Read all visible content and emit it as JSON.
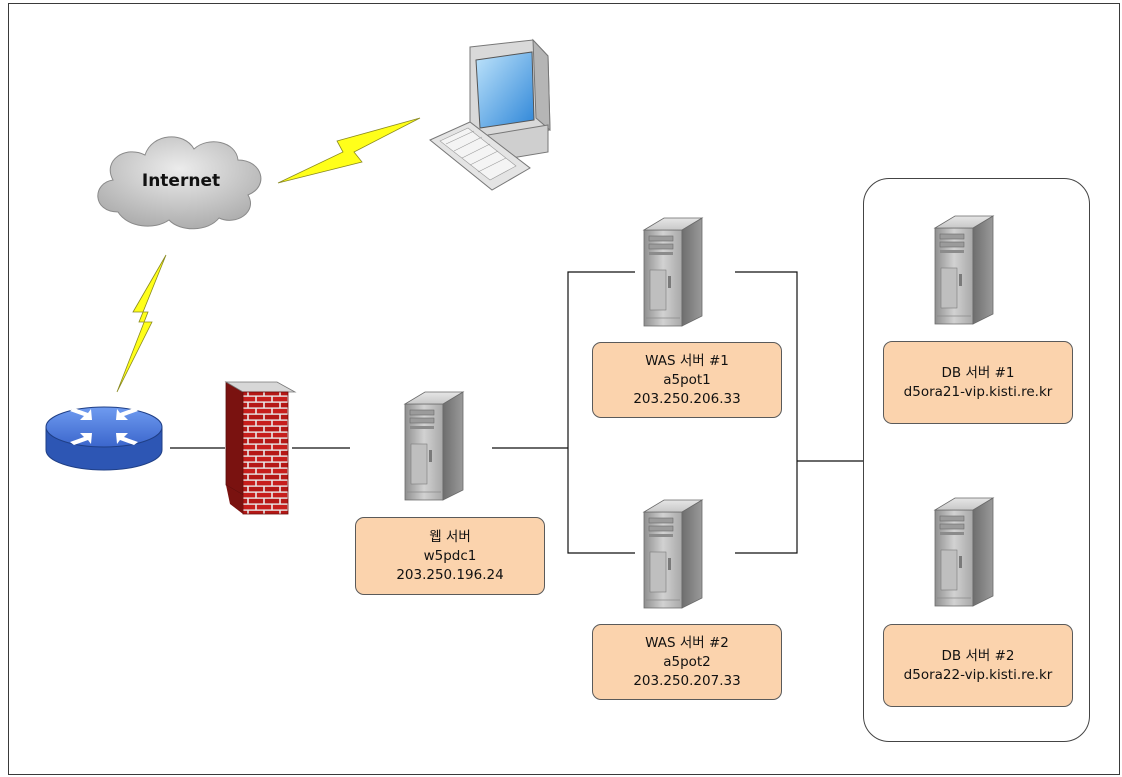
{
  "nodes": {
    "internet": {
      "label": "Internet",
      "icon": "cloud-icon"
    },
    "client": {
      "icon": "desktop-computer-icon"
    },
    "router": {
      "icon": "router-icon"
    },
    "firewall": {
      "icon": "firewall-icon"
    },
    "web_server": {
      "icon": "server-tower-icon",
      "lines": [
        "웹 서버",
        "w5pdc1",
        "203.250.196.24"
      ]
    },
    "was1": {
      "icon": "server-tower-icon",
      "lines": [
        "WAS 서버 #1",
        "a5pot1",
        "203.250.206.33"
      ]
    },
    "was2": {
      "icon": "server-tower-icon",
      "lines": [
        "WAS 서버 #2",
        "a5pot2",
        "203.250.207.33"
      ]
    },
    "db1": {
      "icon": "server-tower-icon",
      "lines": [
        "DB 서버 #1",
        "d5ora21-vip.kisti.re.kr"
      ]
    },
    "db2": {
      "icon": "server-tower-icon",
      "lines": [
        "DB 서버 #2",
        "d5ora22-vip.kisti.re.kr"
      ]
    }
  },
  "colors": {
    "label_fill": "#fbd3ad",
    "lightning": "#ffff1a",
    "router_blue": "#3f6fd8",
    "brick": "#c8201e",
    "server_gray": "#b8b8b8",
    "cloud": "#c8c8c8",
    "monitor_screen": "#4aa8e8"
  }
}
